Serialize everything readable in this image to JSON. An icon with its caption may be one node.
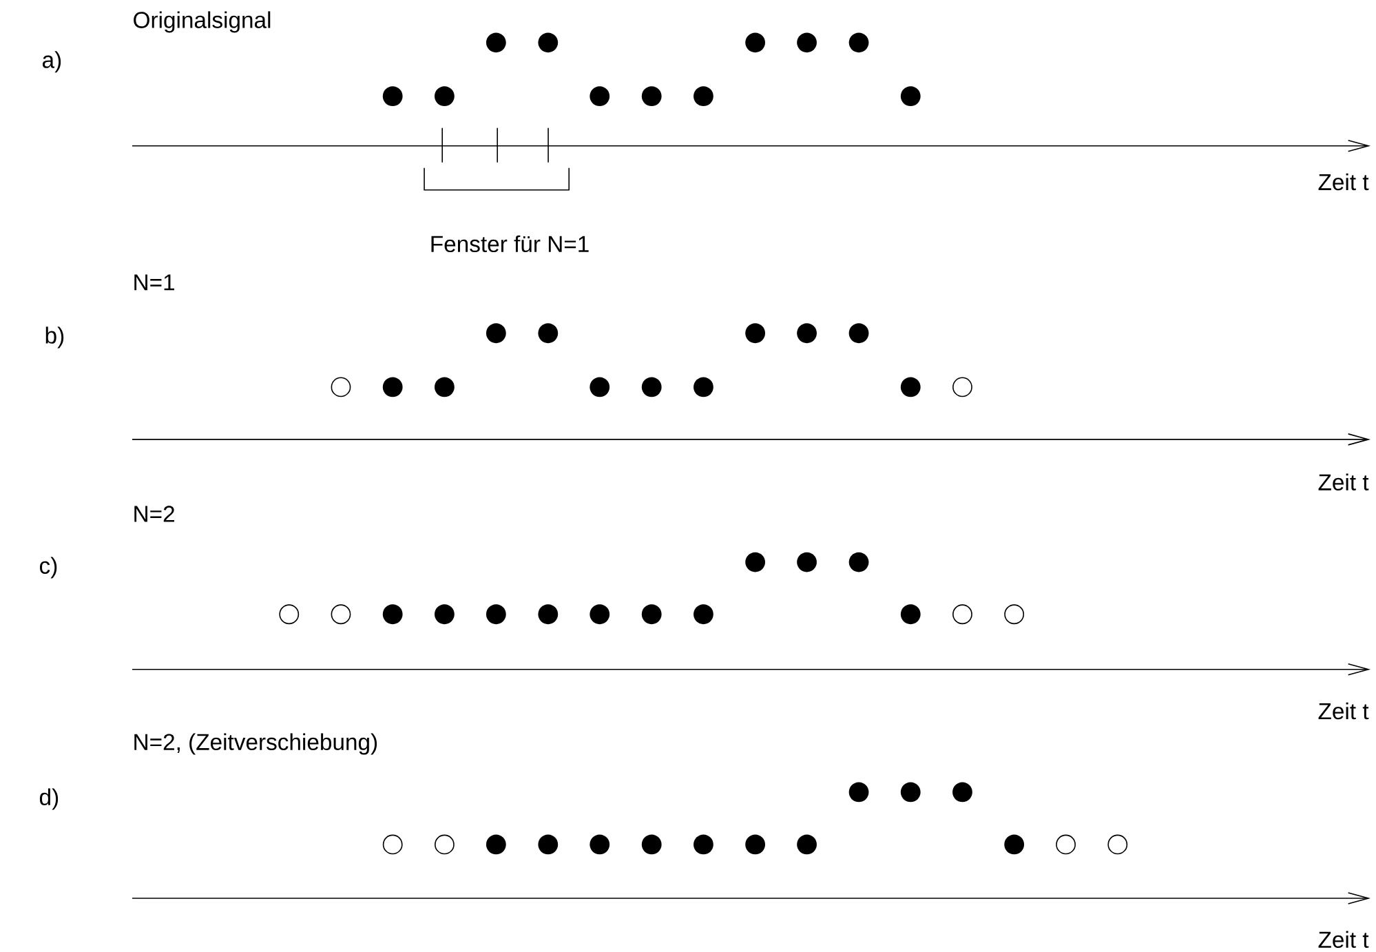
{
  "diagram": {
    "labels": [
      "a)",
      "Originalsignal",
      "Zeit t",
      "Fenster für N=1",
      "b)",
      "N=1",
      "Zeit t",
      "c)",
      "N=2",
      "Zeit t",
      "d)",
      "N=2, (Zeitverschiebung)",
      "Zeit t"
    ]
  }
}
